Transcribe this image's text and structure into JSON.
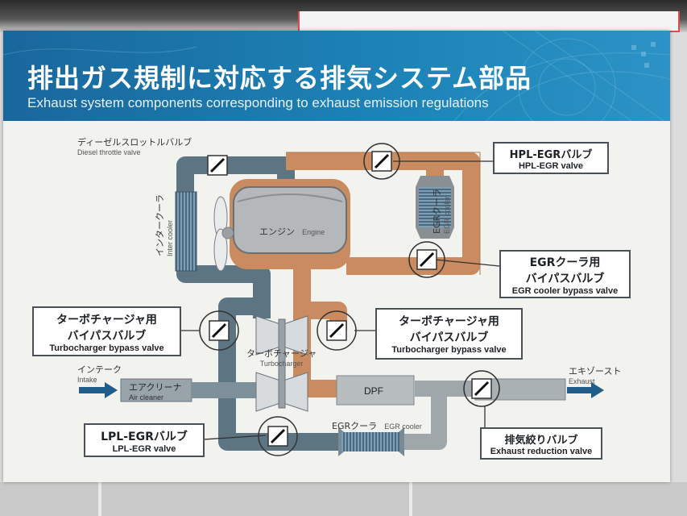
{
  "title": {
    "jp": "排出ガス規制に対応する排気システム部品",
    "en": "Exhaust system components corresponding to exhaust emission regulations"
  },
  "colors": {
    "banner": "#1d7fb5",
    "intake_pipe": "#5d7483",
    "exhaust_pipe": "#c98b5f",
    "downstream_pipe": "#9fa7ab",
    "arrow": "#1f5e8a"
  },
  "labels": {
    "diesel_throttle": {
      "jp": "ディーゼルスロットルバルブ",
      "en": "Diesel throttle valve"
    },
    "inter_cooler": {
      "jp": "インタークーラ",
      "en": "Inter cooler"
    },
    "engine": {
      "jp": "エンジン",
      "en": "Engine"
    },
    "egr_cooler_upper": {
      "jp": "EGRクーラ",
      "en": "EGR cooler"
    },
    "turbocharger": {
      "jp": "ターボチャージャ",
      "en": "Turbocharger"
    },
    "intake": {
      "jp": "インテーク",
      "en": "Intake"
    },
    "air_cleaner": {
      "jp": "エアクリーナ",
      "en": "Air cleaner"
    },
    "dpf": "DPF",
    "exhaust": {
      "jp": "エキゾースト",
      "en": "Exhaust"
    },
    "egr_cooler_lower": {
      "jp": "EGRクーラ",
      "en": "EGR cooler"
    }
  },
  "callouts": {
    "hpl_egr": {
      "jp": "HPL-EGRバルブ",
      "en": "HPL-EGR valve"
    },
    "egr_bypass": {
      "jp1": "EGRクーラ用",
      "jp2": "バイパスバルブ",
      "en": "EGR cooler bypass valve"
    },
    "turbo_bypass_left": {
      "jp1": "ターボチャージャ用",
      "jp2": "バイパスバルブ",
      "en": "Turbocharger bypass valve"
    },
    "turbo_bypass_right": {
      "jp1": "ターボチャージャ用",
      "jp2": "バイパスバルブ",
      "en": "Turbocharger bypass valve"
    },
    "lpl_egr": {
      "jp": "LPL-EGRバルブ",
      "en": "LPL-EGR valve"
    },
    "exhaust_reduction": {
      "jp": "排気絞りバルブ",
      "en": "Exhaust reduction valve"
    }
  }
}
